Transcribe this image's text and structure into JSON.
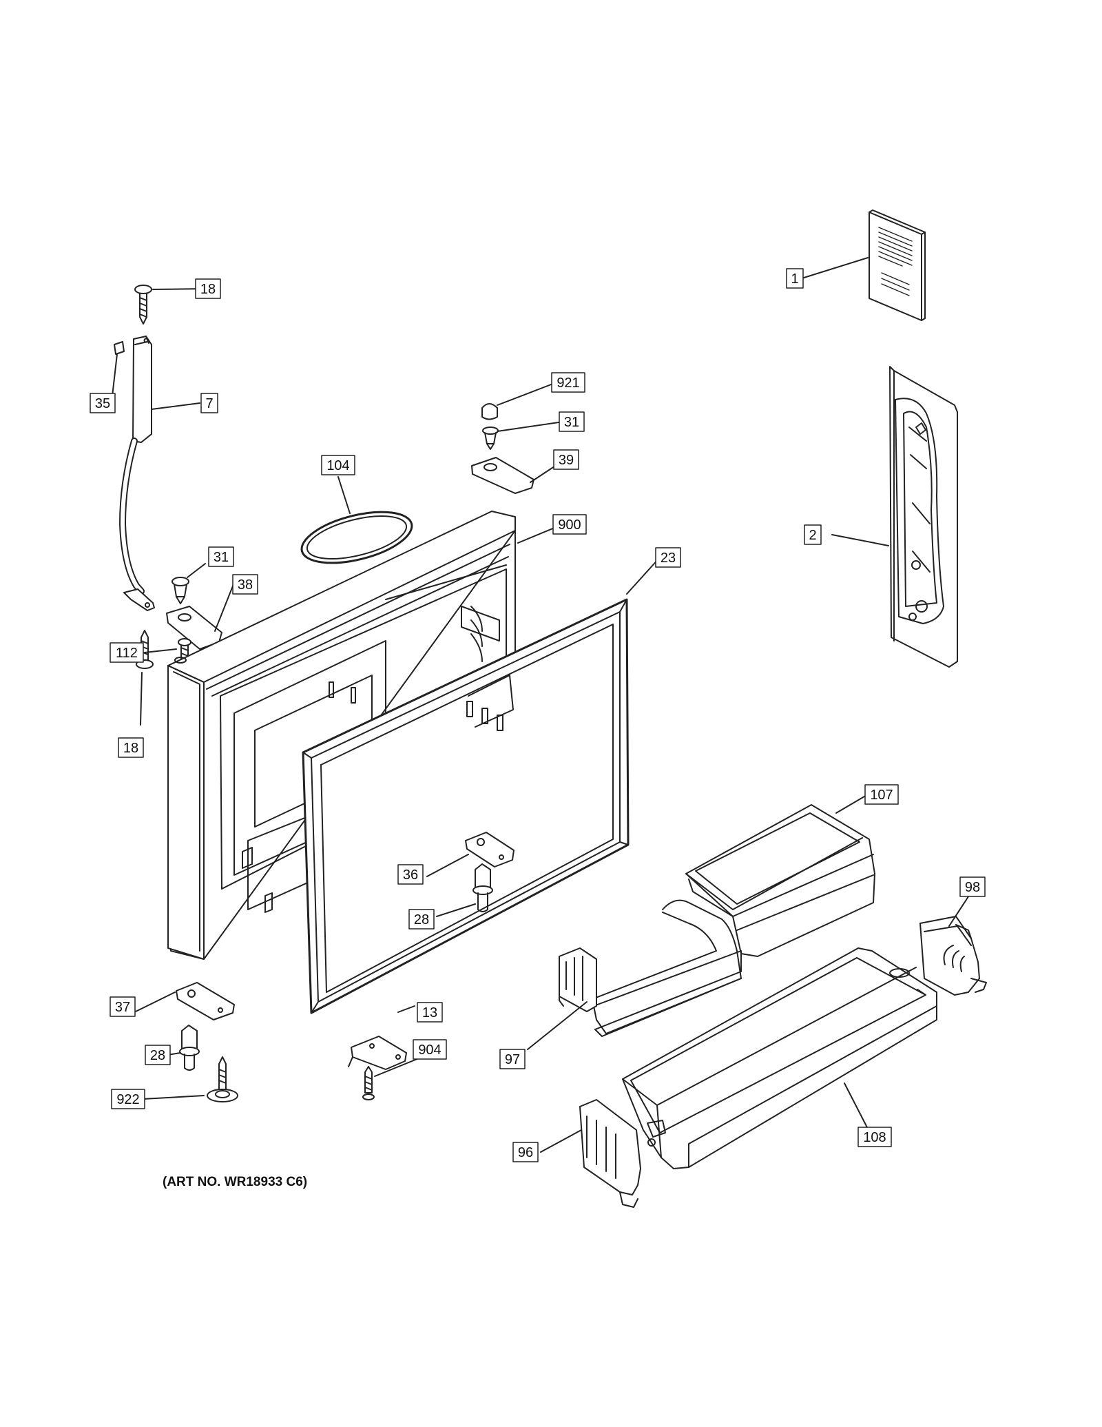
{
  "art_number": "(ART NO. WR18933 C6)",
  "callouts": [
    {
      "id": "c1",
      "label": "1"
    },
    {
      "id": "c2",
      "label": "2"
    },
    {
      "id": "c7",
      "label": "7"
    },
    {
      "id": "c13",
      "label": "13"
    },
    {
      "id": "c18a",
      "label": "18"
    },
    {
      "id": "c18b",
      "label": "18"
    },
    {
      "id": "c23",
      "label": "23"
    },
    {
      "id": "c28a",
      "label": "28"
    },
    {
      "id": "c28b",
      "label": "28"
    },
    {
      "id": "c31a",
      "label": "31"
    },
    {
      "id": "c31b",
      "label": "31"
    },
    {
      "id": "c35",
      "label": "35"
    },
    {
      "id": "c36",
      "label": "36"
    },
    {
      "id": "c37",
      "label": "37"
    },
    {
      "id": "c38",
      "label": "38"
    },
    {
      "id": "c39",
      "label": "39"
    },
    {
      "id": "c96",
      "label": "96"
    },
    {
      "id": "c97",
      "label": "97"
    },
    {
      "id": "c98",
      "label": "98"
    },
    {
      "id": "c104",
      "label": "104"
    },
    {
      "id": "c107",
      "label": "107"
    },
    {
      "id": "c108",
      "label": "108"
    },
    {
      "id": "c112",
      "label": "112"
    },
    {
      "id": "c900",
      "label": "900"
    },
    {
      "id": "c904",
      "label": "904"
    },
    {
      "id": "c921",
      "label": "921"
    },
    {
      "id": "c922",
      "label": "922"
    }
  ]
}
